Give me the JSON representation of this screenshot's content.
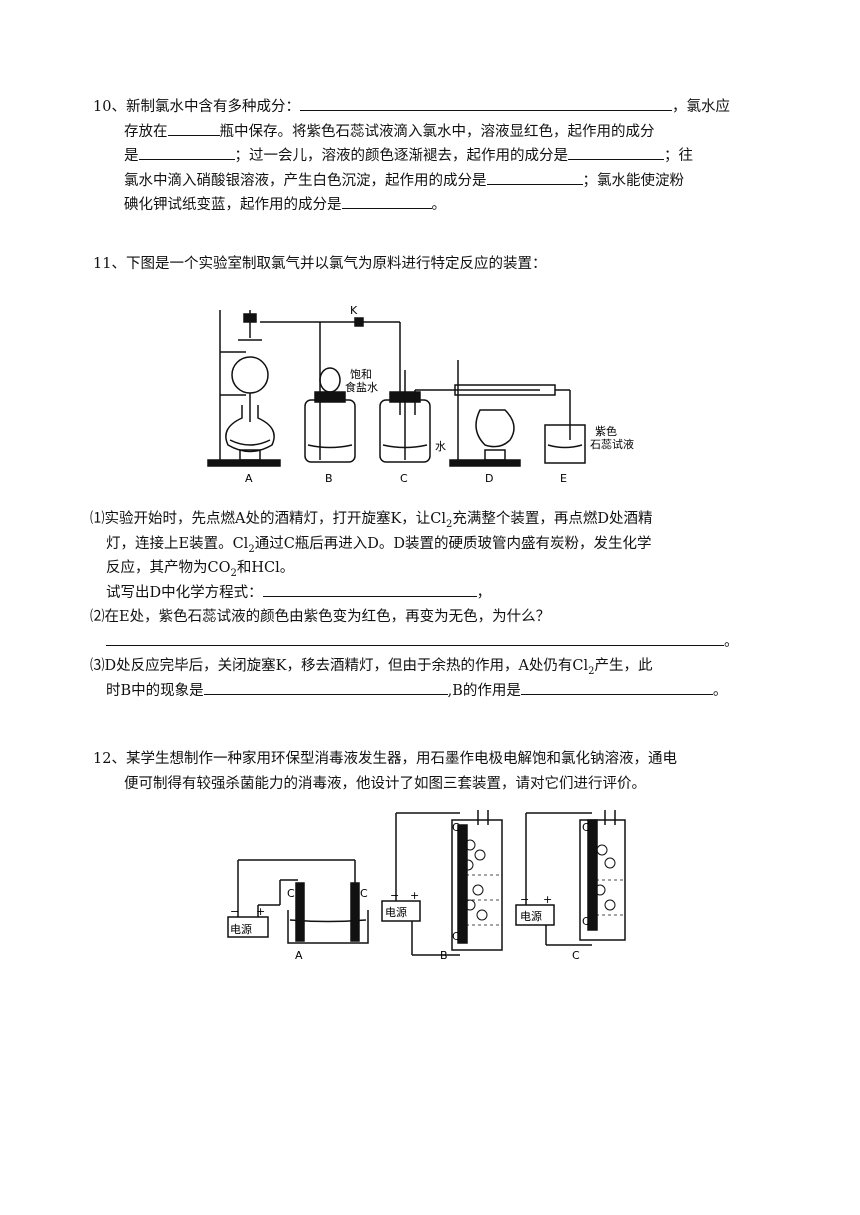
{
  "q10": {
    "label": "10、",
    "t1": "新制氯水中含有多种成分：",
    "t2": "，氯水应",
    "t3": "存放在",
    "t4": "瓶中保存。将紫色石蕊试液滴入氯水中，溶液显红色，起作用的成分",
    "t5": "是",
    "t6": "；过一会儿，溶液的颜色逐渐褪去，起作用的成分是",
    "t7": "；往",
    "t8": "氯水中滴入硝酸银溶液，产生白色沉淀，起作用的成分是",
    "t9": "；氯水能使淀粉",
    "t10": "碘化钾试纸变蓝，起作用的成分是",
    "t11": "。"
  },
  "q11": {
    "label": "11、",
    "intro": "下图是一个实验室制取氯气并以氯气为原料进行特定反应的装置：",
    "fig": {
      "k": "K",
      "brine1": "饱和",
      "brine2": "食盐水",
      "water": "水",
      "litmus1": "紫色",
      "litmus2": "石蕊试液",
      "labels": [
        "A",
        "B",
        "C",
        "D",
        "E"
      ]
    },
    "p1a": "⑴实验开始时，先点燃A处的酒精灯，打开旋塞K，让Cl",
    "p1b": "充满整个装置，再点燃D处酒精",
    "p1c": "灯，连接上E装置。Cl",
    "p1d": "通过C瓶后再进入D。D装置的硬质玻管内盛有炭粉，发生化学",
    "p1e": "反应，其产物为CO",
    "p1f": "和HCl。",
    "p1g": "试写出D中化学方程式：",
    "p1h": "，",
    "p2": "⑵在E处，紫色石蕊试液的颜色由紫色变为红色，再变为无色，为什么？",
    "p2end": "。",
    "p3a": "⑶D处反应完毕后，关闭旋塞K，移去酒精灯，但由于余热的作用，A处仍有Cl",
    "p3b": "产生，此",
    "p3c": "时B中的现象是",
    "p3d": ",B的作用是",
    "p3e": "。",
    "sub2": "2"
  },
  "q12": {
    "label": "12、",
    "t1": "某学生想制作一种家用环保型消毒液发生器，用石墨作电极电解饱和氯化钠溶液，通电",
    "t2": "便可制得有较强杀菌能力的消毒液，他设计了如图三套装置，请对它们进行评价。",
    "fig": {
      "power": "电源",
      "minus": "−",
      "plus": "+",
      "electrode": "C",
      "labels": [
        "A",
        "B",
        "C"
      ]
    }
  }
}
